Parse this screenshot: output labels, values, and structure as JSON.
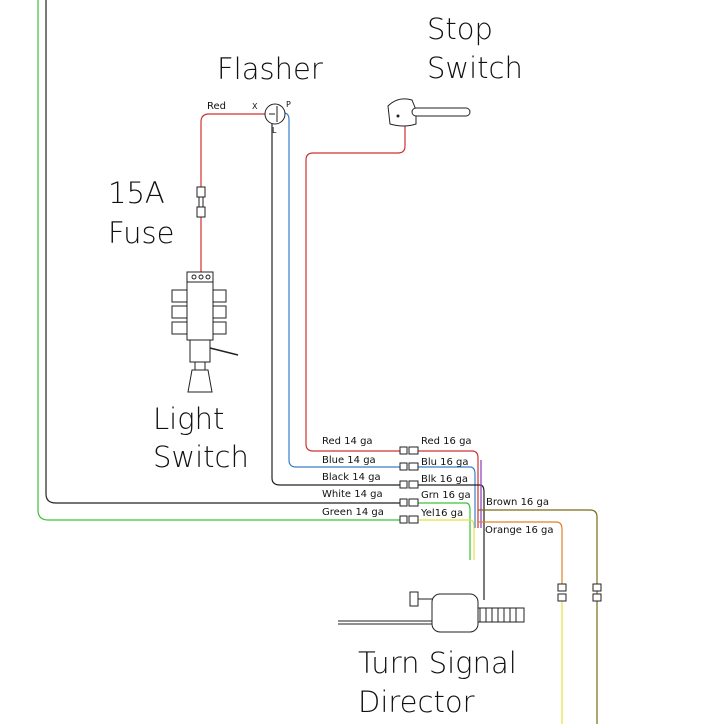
{
  "components": {
    "flasher": {
      "label": "Flasher",
      "pins": {
        "x": "X",
        "p": "P",
        "l": "L"
      }
    },
    "stop_switch": {
      "line1": "Stop",
      "line2": "Switch"
    },
    "fuse": {
      "line1": "15A",
      "line2": "Fuse"
    },
    "light_switch": {
      "line1": "Light",
      "line2": "Switch"
    },
    "turn_signal_director": {
      "line1": "Turn Signal",
      "line2": "Director"
    }
  },
  "wires": {
    "flasher_feed": "Red",
    "left": [
      "Red 14 ga",
      "Blue 14 ga",
      "Black 14 ga",
      "White 14 ga",
      "Green 14 ga"
    ],
    "right": [
      "Red 16 ga",
      "Blu 16 ga",
      "Blk 16 ga",
      "Grn 16 ga",
      "Yel16 ga"
    ],
    "extra": [
      "Brown 16 ga",
      "Orange 16 ga"
    ]
  },
  "colors": {
    "red": "#d23030",
    "blue": "#3a7fc8",
    "black": "#222222",
    "white_wire": "#222222",
    "green": "#3cc23c",
    "yellow": "#e8e040",
    "purple": "#8a3ab8",
    "brown": "#7a6a18",
    "orange": "#e0802a"
  }
}
